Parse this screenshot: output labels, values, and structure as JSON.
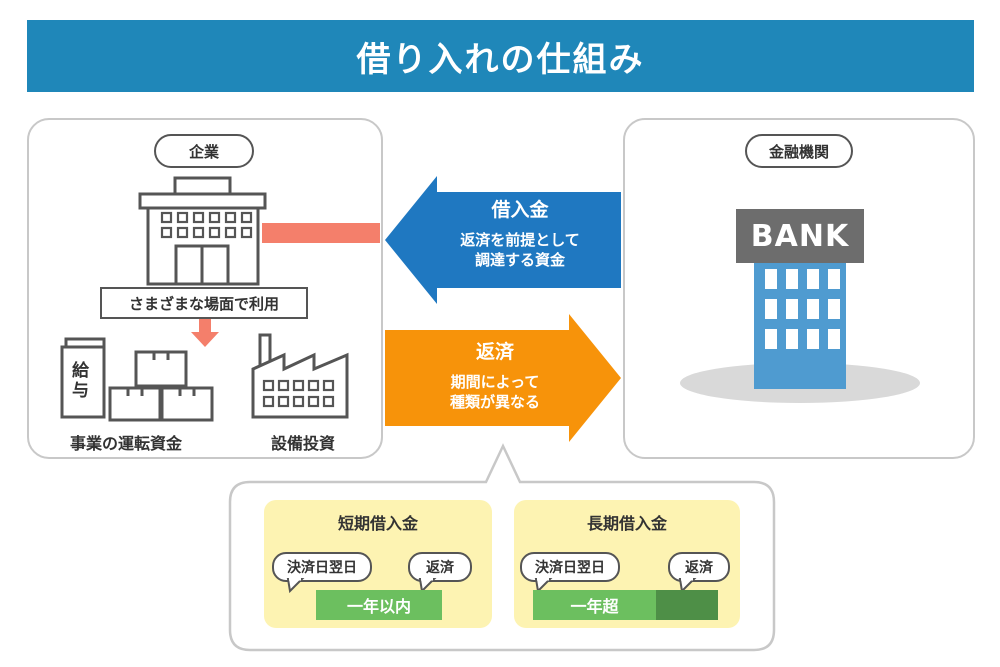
{
  "title": "借り入れの仕組み",
  "company": {
    "label": "企業",
    "usage_label": "さまざまな場面で利用",
    "salary_text": "給与",
    "working_capital_label": "事業の運転資金",
    "capex_label": "設備投資"
  },
  "bank": {
    "label": "金融機関",
    "sign": "BANK"
  },
  "loan_arrow": {
    "title": "借入金",
    "line1": "返済を前提として",
    "line2": "調達する資金"
  },
  "repay_arrow": {
    "title": "返済",
    "line1": "期間によって",
    "line2": "種類が異なる"
  },
  "short_term": {
    "title": "短期借入金",
    "settlement_label": "決済日翌日",
    "repay_label": "返済",
    "bar_label": "一年以内"
  },
  "long_term": {
    "title": "長期借入金",
    "settlement_label": "決済日翌日",
    "repay_label": "返済",
    "bar_label": "一年超"
  },
  "colors": {
    "title_bar": "#1f87b9",
    "loan_arrow": "#1f78c1",
    "repay_arrow": "#f7930a",
    "connector": "#f47f6b",
    "bar_green": "#6cbf5f",
    "bar_dark_green": "#4e8f47",
    "term_card": "#fdf3b2",
    "bank_building": "#4f9bd0"
  }
}
